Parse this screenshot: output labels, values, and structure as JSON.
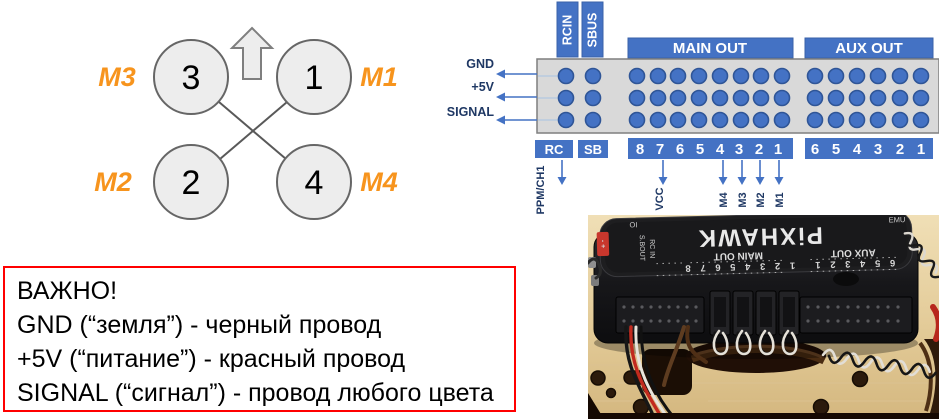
{
  "motor_diagram": {
    "motors": [
      {
        "number": "3",
        "label": "M3"
      },
      {
        "number": "1",
        "label": "M1"
      },
      {
        "number": "2",
        "label": "M2"
      },
      {
        "number": "4",
        "label": "M4"
      }
    ]
  },
  "pinout": {
    "top_connectors": [
      "RCIN",
      "SBUS"
    ],
    "headers": [
      "MAIN OUT",
      "AUX OUT"
    ],
    "row_labels": [
      "GND",
      "+5V",
      "SIGNAL"
    ],
    "bottom_connectors": [
      "RC",
      "SB"
    ],
    "main_pins": [
      "8",
      "7",
      "6",
      "5",
      "4",
      "3",
      "2",
      "1"
    ],
    "aux_pins": [
      "6",
      "5",
      "4",
      "3",
      "2",
      "1"
    ],
    "signal_labels": [
      "PPM/CH1",
      "VCC",
      "M4",
      "M3",
      "M2",
      "M1"
    ]
  },
  "photo": {
    "board_name": "PiXHAWK",
    "main_out_label": "MAIN OUT",
    "aux_out_label": "AUX OUT",
    "main_numbers": "1 2 3 4 5 6 7 8",
    "aux_numbers": "6 5 4 3 2 1",
    "sbout_label": "S.BOUT",
    "rcin_label": "RC IN",
    "io_label": "IO",
    "emu_label": "EMU",
    "power_label": "- +"
  },
  "warning": {
    "title": "ВАЖНО!",
    "lines": [
      "GND (“земля”) - черный провод",
      "+5V (“питание”) - красный провод",
      "SIGNAL (“сигнал”) - провод любого цвета"
    ]
  },
  "colors": {
    "accent_blue": "#4472C4",
    "pin_border_blue": "#2F5597",
    "navy_text": "#1F3864",
    "connector_gray": "#D9D9D9",
    "motor_orange": "#F7941D",
    "warning_red": "#FF0000",
    "wood": "#E6CE9F"
  }
}
